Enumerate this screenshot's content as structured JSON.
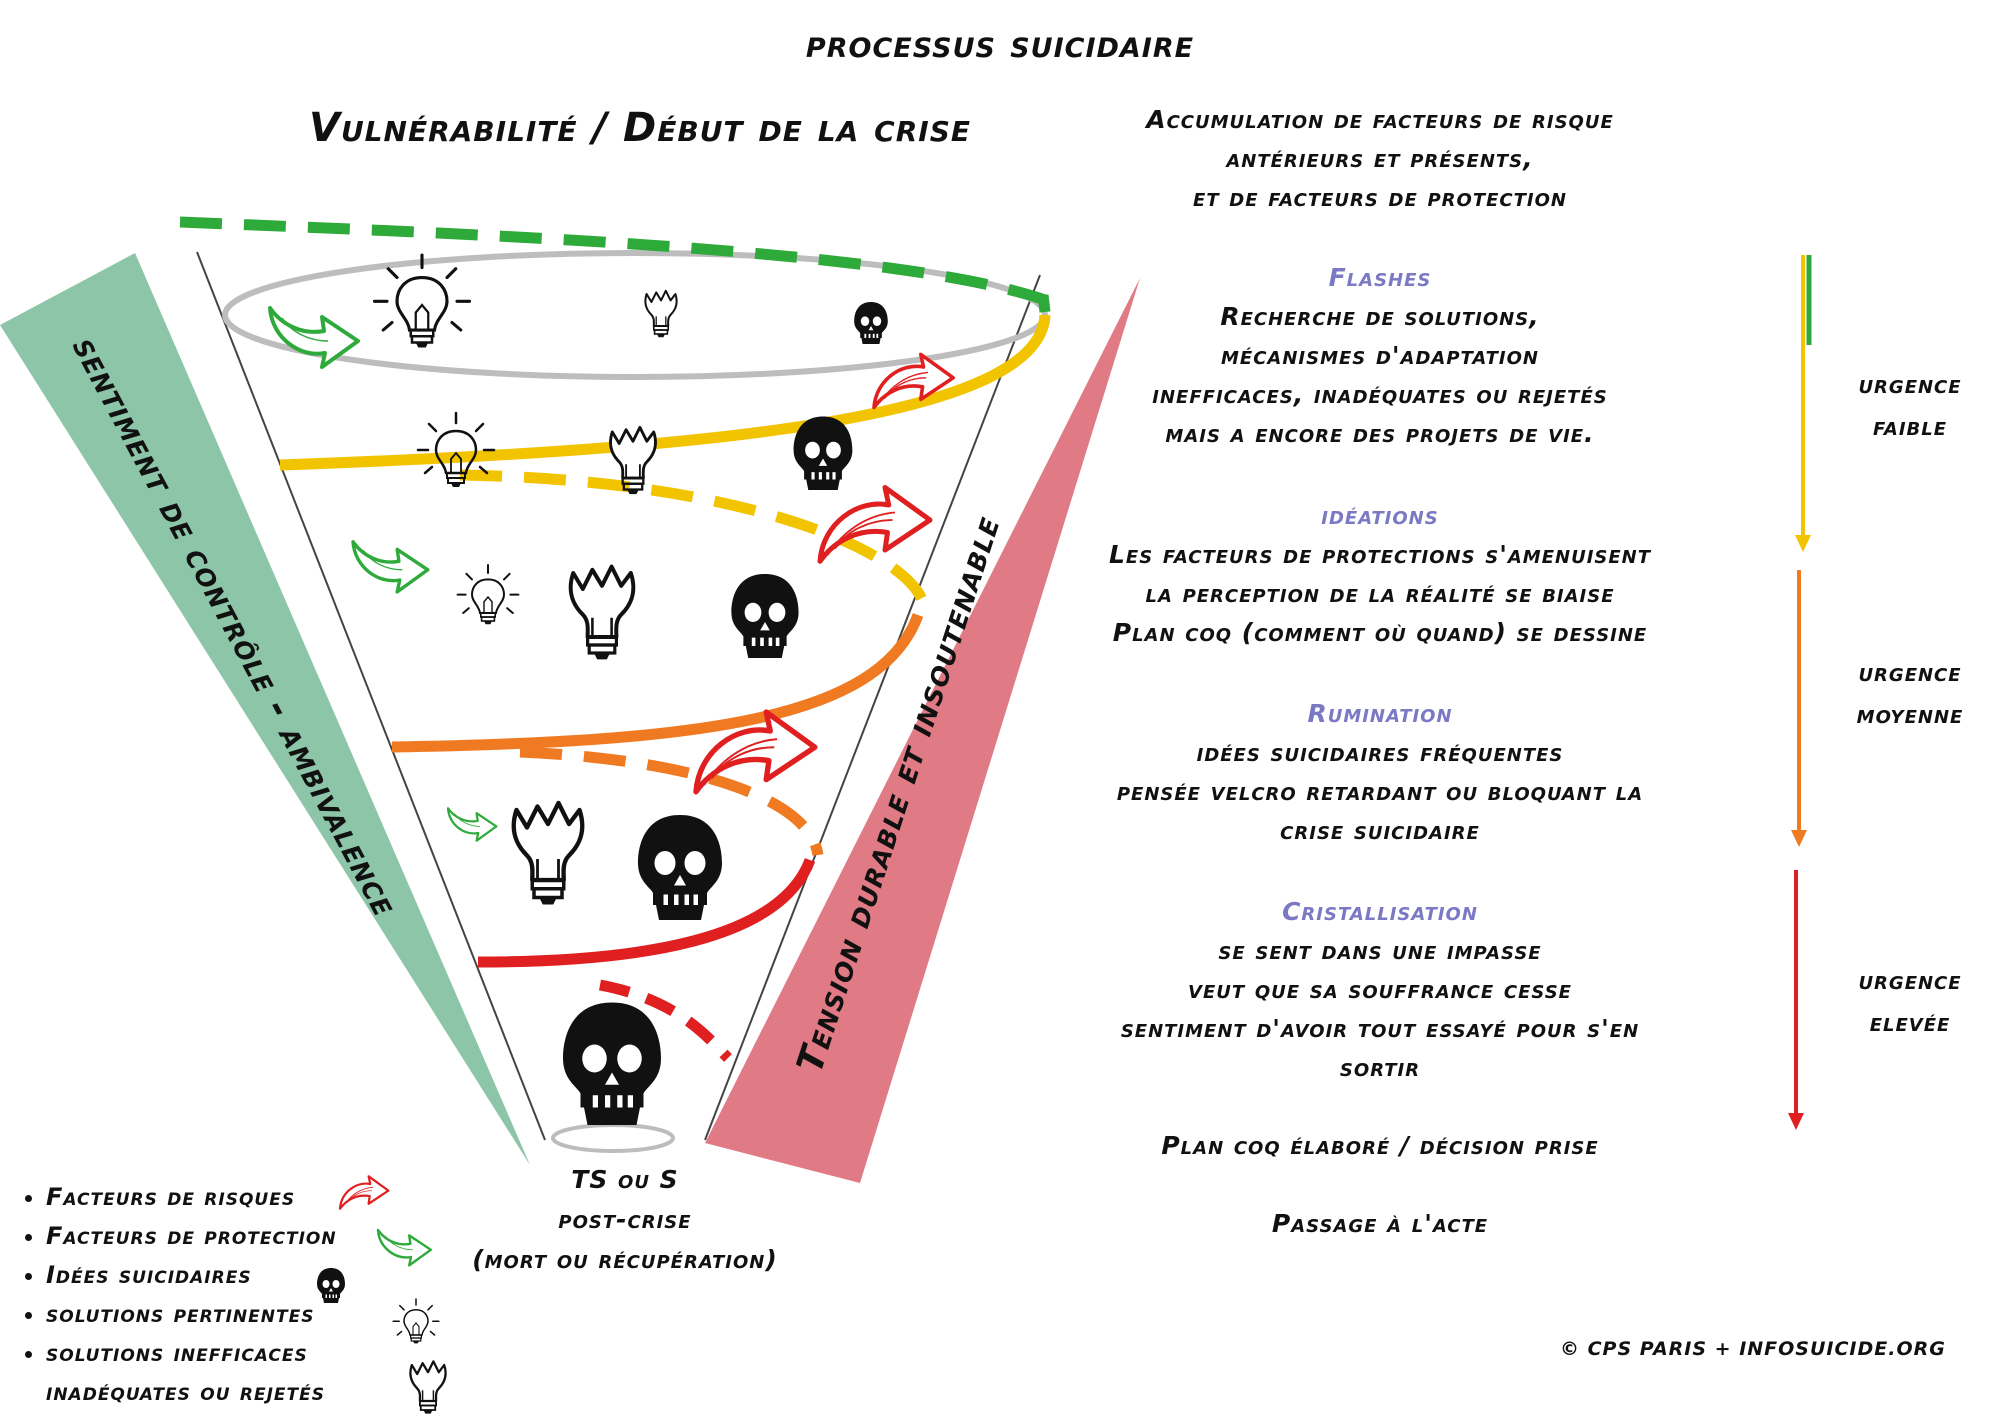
{
  "title": "processus suicidaire",
  "subtitle": "Vulnérabilité / Début de la crise",
  "accumulation": {
    "line1": "Accumulation de facteurs de risque",
    "line2": "antérieurs et présents,",
    "line3": "et de facteurs de protection"
  },
  "stages": [
    {
      "title": "Flashes",
      "lines": [
        "Recherche de solutions,",
        "mécanismes d'adaptation",
        "inefficaces, inadéquates ou rejetés",
        "mais a encore des projets de vie."
      ]
    },
    {
      "title": "idéations",
      "lines": [
        "Les facteurs de protections s'amenuisent",
        "la perception de la réalité se biaise",
        "Plan coq (comment où quand) se dessine"
      ]
    },
    {
      "title": "Rumination",
      "lines": [
        "idées suicidaires fréquentes",
        "pensée velcro retardant ou bloquant la",
        "crise suicidaire"
      ]
    },
    {
      "title": "Cristallisation",
      "lines": [
        "se sent dans une impasse",
        "veut que sa souffrance cesse",
        "sentiment d'avoir tout essayé pour s'en",
        "sortir"
      ]
    }
  ],
  "plan_decision": "Plan coq élaboré / décision prise",
  "passage": "Passage à l'acte",
  "urgency": [
    {
      "line1": "urgence",
      "line2": "faible",
      "color": "#f2c400"
    },
    {
      "line1": "urgence",
      "line2": "moyenne",
      "color": "#f07a22"
    },
    {
      "line1": "urgence",
      "line2": "elevée",
      "color": "#e02020"
    }
  ],
  "left_band": "sentiment de contrôle - ambivalence",
  "right_band": "Tension durable et insoutenable",
  "post_crisis": {
    "line1": "TS ou S",
    "line2": "post-crise",
    "line3": "(mort ou récupération)"
  },
  "legend": [
    {
      "label": "Facteurs de risques",
      "icon": "red-arrow-icon"
    },
    {
      "label": "Facteurs de protection",
      "icon": "green-arrow-icon"
    },
    {
      "label": "Idées suicidaires",
      "icon": "skull-icon"
    },
    {
      "label": "solutions pertinentes",
      "icon": "lightbulb-icon"
    },
    {
      "label": "solutions inefficaces",
      "icon": "broken-bulb-icon"
    },
    {
      "label": "inadéquates ou rejetés",
      "icon": ""
    }
  ],
  "copyright": "© CPS PARIS + INFOSUICIDE.ORG",
  "colors": {
    "green": "#2eaa3a",
    "yellow": "#f2c400",
    "orange": "#f07a22",
    "red": "#e02020",
    "left_band": "#8cc5a8",
    "right_band": "#e07b86",
    "stage_title": "#7b78c4"
  }
}
